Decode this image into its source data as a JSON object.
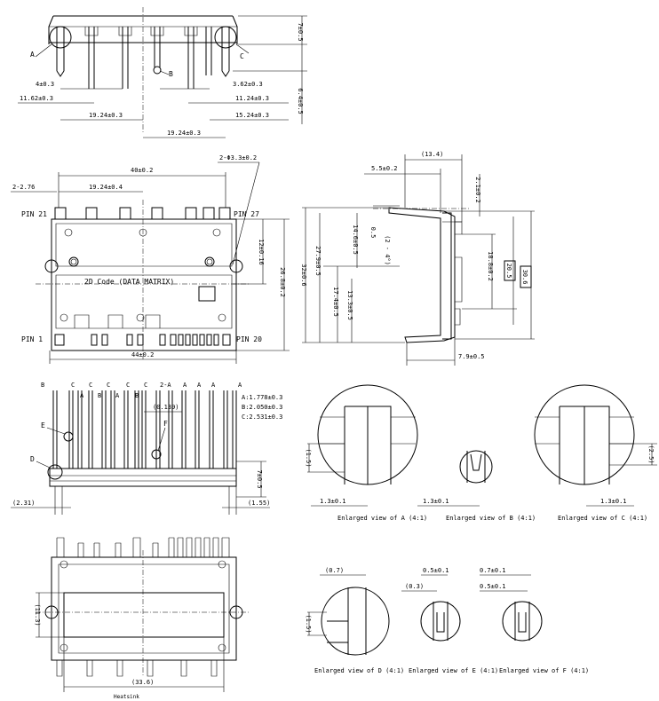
{
  "top_view": {
    "callouts": [
      "A",
      "B",
      "C"
    ],
    "dims": [
      "7±0.5",
      "4±0.3",
      "3.62±0.3",
      "6.4±0.5",
      "11.62±0.3",
      "11.24±0.3",
      "19.24±0.3",
      "15.24±0.3",
      "19.24±0.3"
    ]
  },
  "plan_view": {
    "dims": [
      "40±0.2",
      "2-Φ3.3±0.2",
      "2-2.76",
      "19.24±0.4",
      "12±0.16",
      "26.8±0.2",
      "44±0.2"
    ],
    "pin_labels": [
      "PIN 21",
      "PIN 27",
      "PIN 1",
      "PIN 20"
    ],
    "code_label": "2D Code (DATA MATRIX)"
  },
  "side_view": {
    "dims": [
      "(13.4)",
      "5.5±0.2",
      "2.1±0.2",
      "0.5",
      "(2 - 4°)",
      "14.6±0.5",
      "32±0.6",
      "27.9±0.5",
      "18.8±0.2",
      "20.5",
      "30.6",
      "17.4±0.5",
      "13.3±0.5",
      "7.9±0.5"
    ]
  },
  "front_view": {
    "pin_codes": [
      "B",
      "C",
      "A",
      "C",
      "B",
      "C",
      "A",
      "C",
      "B",
      "C",
      "2-A",
      "A",
      "A",
      "A",
      "A"
    ],
    "pitch_notes": [
      "A:1.778±0.3",
      "B:2.050±0.3",
      "C:2.531±0.3"
    ],
    "callouts": [
      "E",
      "F",
      "D"
    ],
    "dims": [
      "(0.139)",
      "7±0.5",
      "(2.31)",
      "(1.55)"
    ]
  },
  "enlarged": [
    {
      "caption": "Enlarged view of A (4:1)",
      "dims": [
        "(1.5)",
        "1.3±0.1"
      ]
    },
    {
      "caption": "Enlarged view of B (4:1)",
      "dims": [
        "1.3±0.1"
      ]
    },
    {
      "caption": "Enlarged view of C (4:1)",
      "dims": [
        "(2.5)",
        "1.3±0.1"
      ]
    },
    {
      "caption": "Enlarged view of D (4:1)",
      "dims": [
        "(0.7)",
        "(1.5)"
      ]
    },
    {
      "caption": "Enlarged view of E (4:1)",
      "dims": [
        "0.5±0.1",
        "(0.3)"
      ]
    },
    {
      "caption": "Enlarged view of F (4:1)",
      "dims": [
        "0.7±0.1",
        "0.5±0.1"
      ]
    }
  ],
  "bottom_view": {
    "dims": [
      "(11.3)",
      "(33.6)"
    ],
    "heatsink_label": "Heatsink"
  }
}
